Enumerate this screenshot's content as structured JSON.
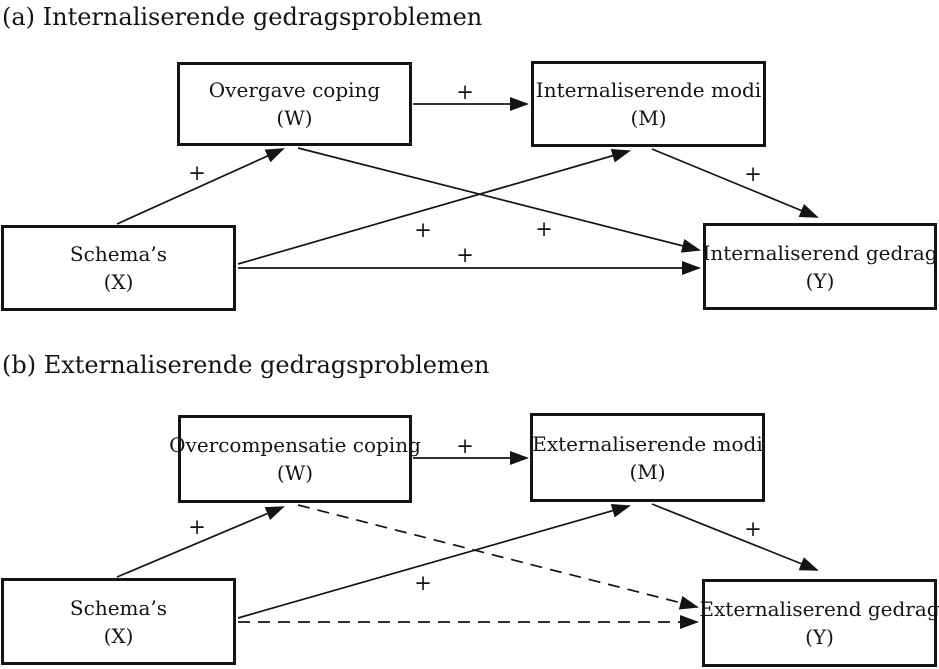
{
  "panels": [
    {
      "id": "a",
      "title": "(a) Internaliserende gedragsproblemen",
      "boxes": {
        "w": {
          "name": "Overgave coping",
          "symbol": "(W)"
        },
        "m": {
          "name": "Internaliserende modi",
          "symbol": "(M)"
        },
        "x": {
          "name": "Schema’s",
          "symbol": "(X)"
        },
        "y": {
          "name": "Internaliserend gedrag",
          "symbol": "(Y)"
        }
      },
      "path_signs": {
        "x_to_w": "+",
        "w_to_m": "+",
        "x_to_m": "+",
        "w_to_y": "+",
        "m_to_y": "+",
        "x_to_y": "+"
      }
    },
    {
      "id": "b",
      "title": "(b) Externaliserende gedragsproblemen",
      "boxes": {
        "w": {
          "name": "Overcompensatie coping",
          "symbol": "(W)"
        },
        "m": {
          "name": "Externaliserende modi",
          "symbol": "(M)"
        },
        "x": {
          "name": "Schema’s",
          "symbol": "(X)"
        },
        "y": {
          "name": "Externaliserend gedrag",
          "symbol": "(Y)"
        }
      },
      "path_signs": {
        "x_to_w": "+",
        "w_to_m": "+",
        "x_to_m": "+",
        "m_to_y": "+"
      }
    }
  ],
  "colors": {
    "line": "#141414",
    "background": "#ffffff"
  }
}
